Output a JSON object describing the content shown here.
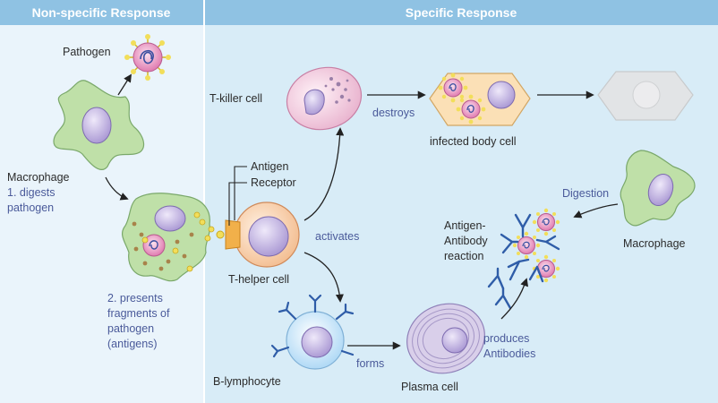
{
  "headers": {
    "nonspecific": "Non-specific Response",
    "specific": "Specific Response"
  },
  "labels": {
    "pathogen": "Pathogen",
    "macrophage_left": "Macrophage",
    "digests_1": "1. digests",
    "digests_2": "pathogen",
    "presents_1": "2. presents",
    "presents_2": "fragments of",
    "presents_3": "pathogen",
    "presents_4": "(antigens)",
    "antigen": "Antigen",
    "receptor": "Receptor",
    "t_helper": "T-helper cell",
    "t_killer": "T-killer cell",
    "activates": "activates",
    "destroys": "destroys",
    "infected": "infected body cell",
    "digestion": "Digestion",
    "macrophage_right": "Macrophage",
    "ag_ab_1": "Antigen-",
    "ag_ab_2": "Antibody",
    "ag_ab_3": "reaction",
    "b_lymph": "B-lymphocyte",
    "forms": "forms",
    "plasma": "Plasma cell",
    "produces_1": "produces",
    "produces_2": "Antibodies"
  },
  "colors": {
    "left_panel": "#eaf4fb",
    "right_panel": "#d8ecf7",
    "header": "#8fc2e3",
    "macrophage": "#bfe0a8",
    "nucleus": "#b9a9d8",
    "t_killer": "#f4d2e2",
    "t_helper": "#fbd9b8",
    "receptor": "#f1b04a",
    "b_cell": "#cfe9fb",
    "antibody": "#2f5da8",
    "infected_cell": "#fbe0b6"
  }
}
